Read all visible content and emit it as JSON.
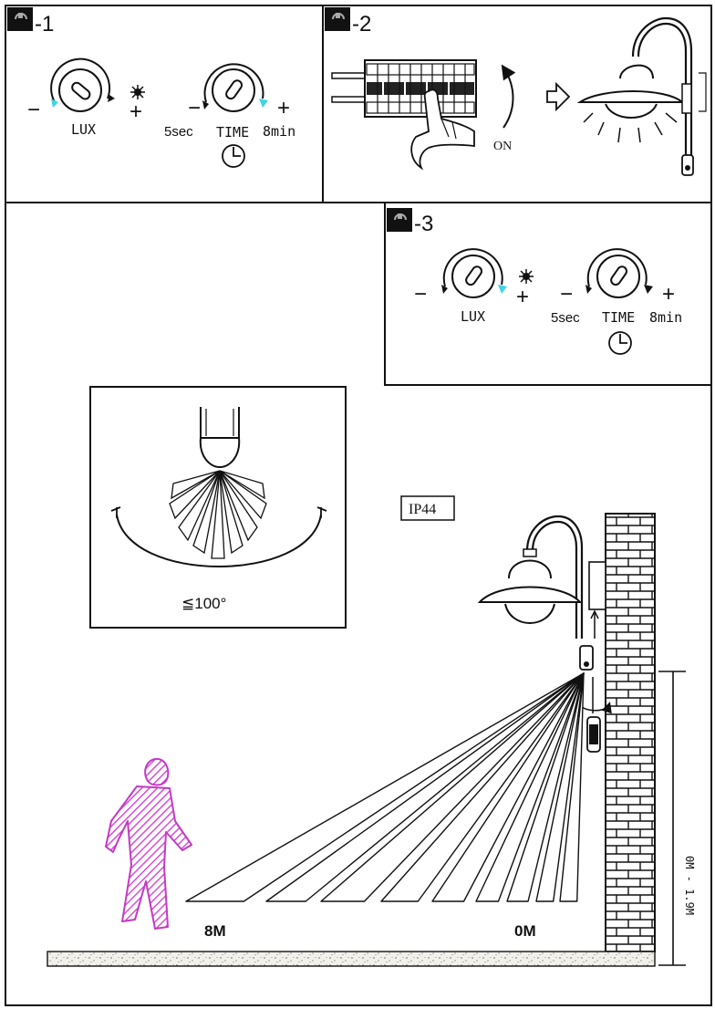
{
  "steps": {
    "step1": {
      "label": "-1"
    },
    "step2": {
      "label": "-2",
      "on_label": "ON"
    },
    "step3": {
      "label": "-3"
    }
  },
  "knobs": {
    "lux_label": "LUX",
    "time_label": "TIME",
    "time_min": "5sec",
    "time_max": "8min",
    "minus": "−",
    "plus": "+"
  },
  "detection": {
    "angle_label": "≦100°",
    "ip_rating": "IP44",
    "range_far": "8M",
    "range_near": "0M",
    "mount_height": "0M - 1.9M"
  },
  "colors": {
    "ink": "#111111",
    "accent_cyan": "#3fd4e6",
    "person_magenta": "#d64fd6",
    "ground": "#f2f0ea"
  },
  "icons": [
    "step-badge-icon",
    "moon-icon",
    "sun-icon",
    "clock-icon",
    "rotate-arrow-icon",
    "hand-icon",
    "right-arrow-icon",
    "lamp-icon",
    "sensor-icon",
    "person-icon"
  ]
}
